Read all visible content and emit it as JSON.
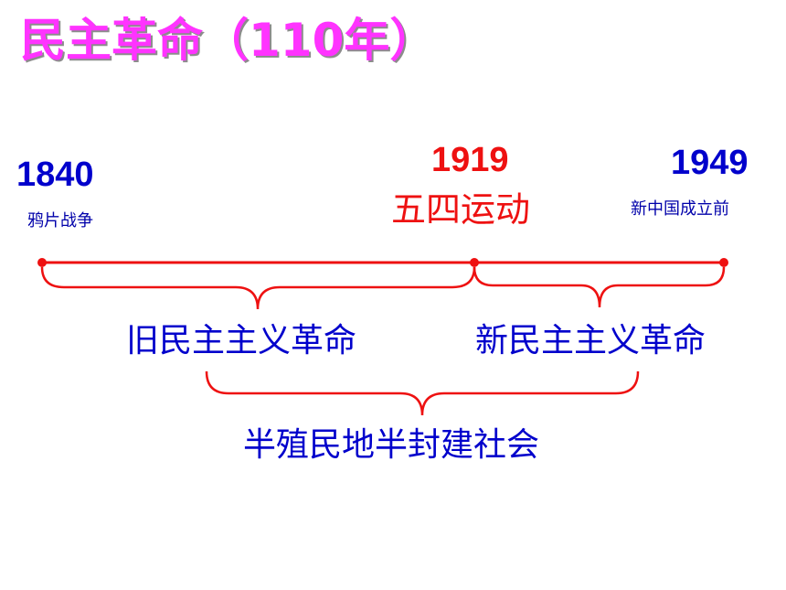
{
  "title": "民主革命（110年）",
  "points": [
    {
      "year": "1840",
      "event": "鸦片战争"
    },
    {
      "year": "1919",
      "event": "五四运动"
    },
    {
      "year": "1949",
      "event": "新中国成立前"
    }
  ],
  "periods": {
    "old": "旧民主主义革命",
    "new": "新民主主义革命",
    "society": "半殖民地半封建社会"
  },
  "colors": {
    "title": "#ff33ff",
    "blue_text": "#0000cc",
    "red": "#ee1111",
    "line": "#ee1111"
  }
}
